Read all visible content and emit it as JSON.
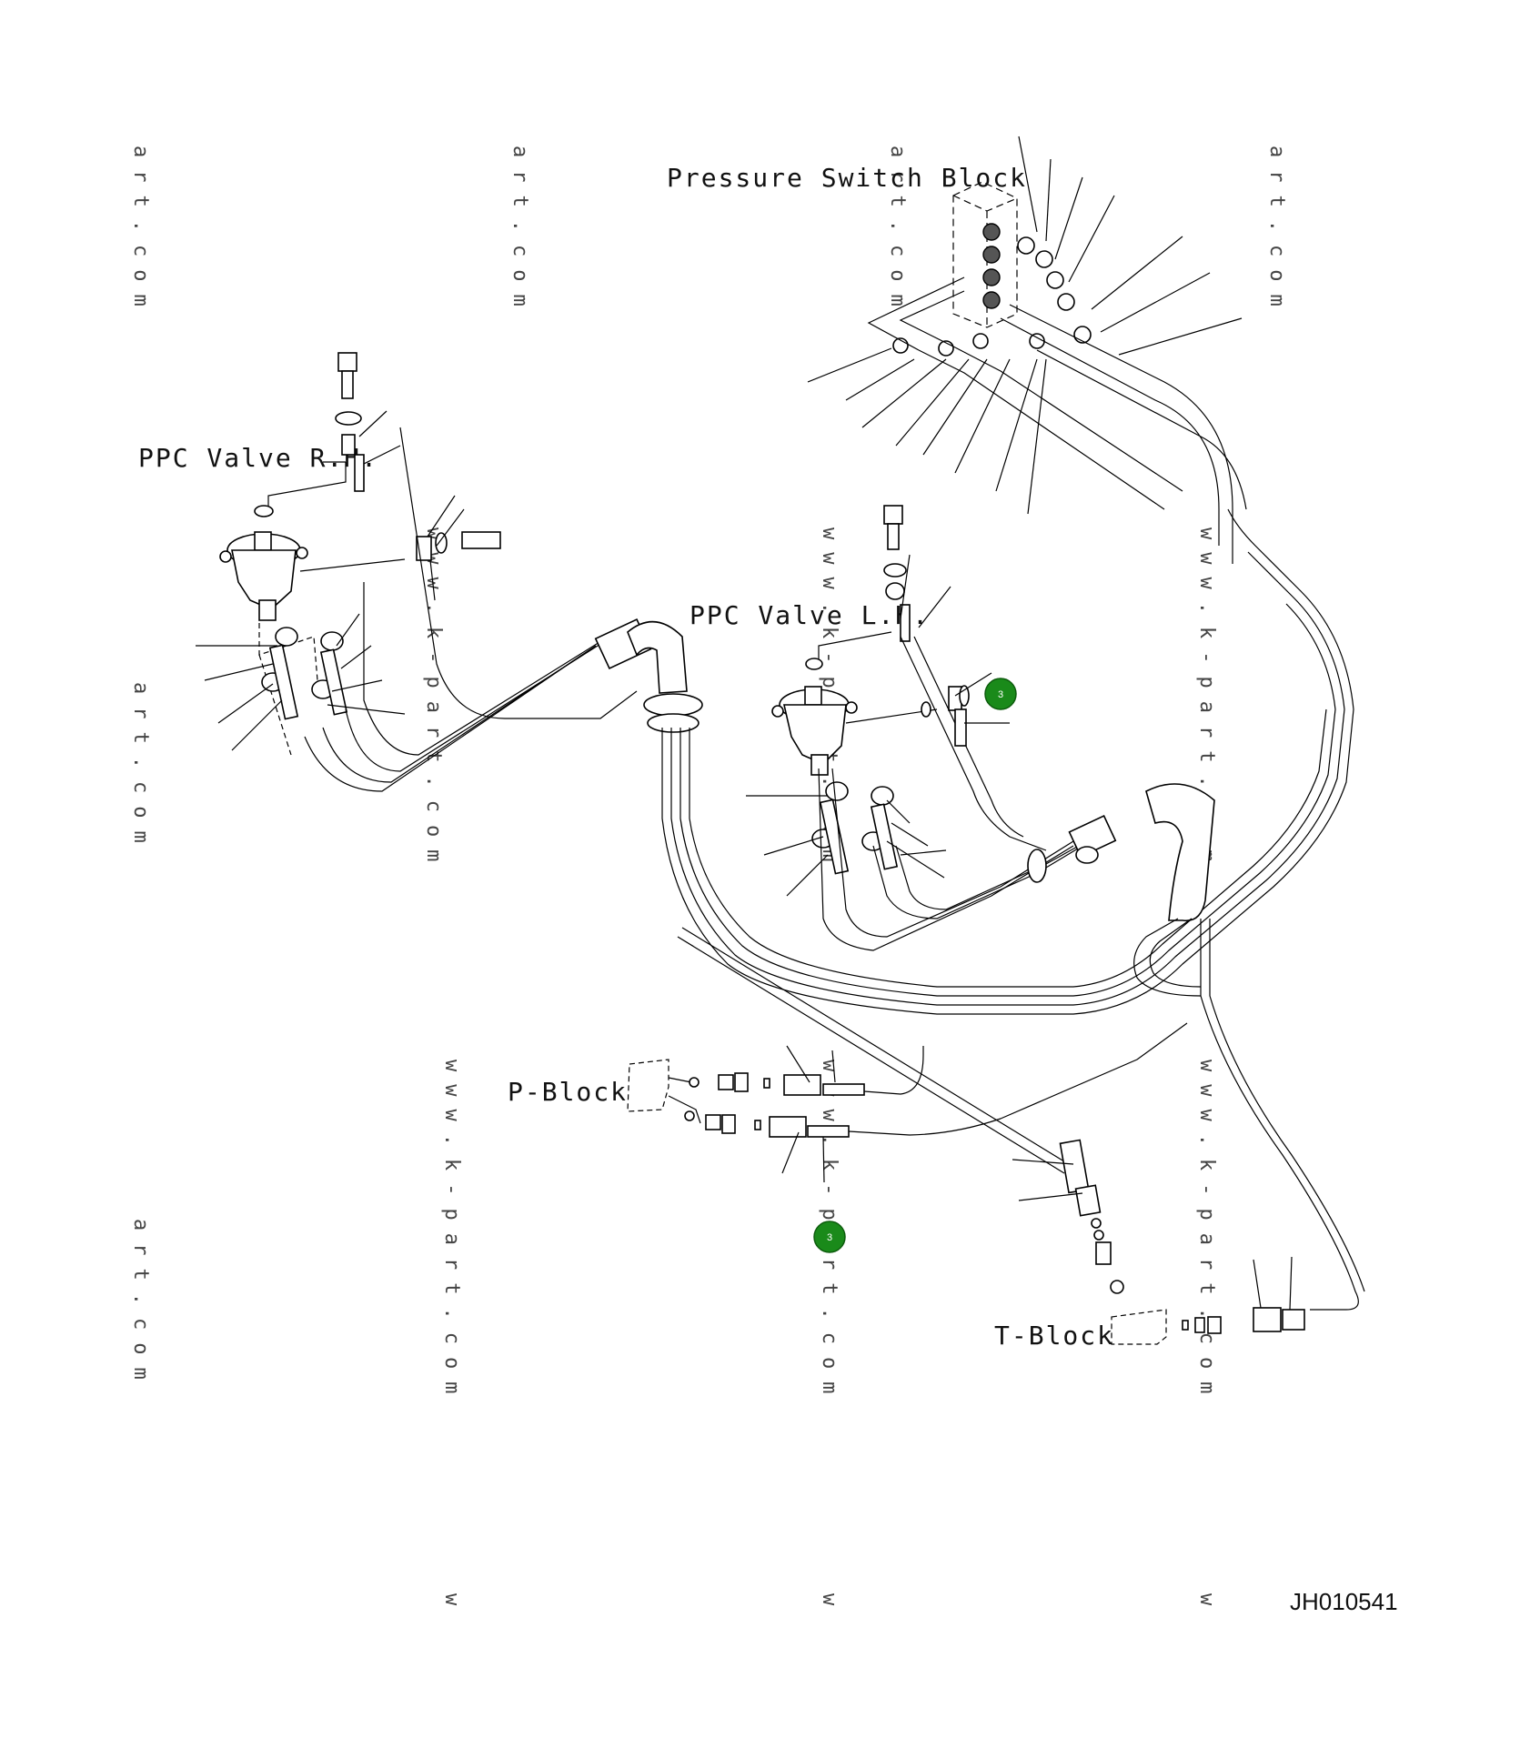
{
  "labels": {
    "pressure_switch_block": "Pressure Switch Block",
    "ppc_valve_rh": "PPC Valve R.H.",
    "ppc_valve_lh": "PPC Valve L.H.",
    "p_block": "P-Block",
    "t_block": "T-Block",
    "drawing_code": "JH010541"
  },
  "callouts": [
    {
      "number": "3"
    },
    {
      "number": "3"
    }
  ],
  "watermarks": {
    "art_com": "art.com",
    "www_k_part_com": "www.k-part.com",
    "w": "w"
  },
  "colors": {
    "line": "#000000",
    "background": "#ffffff",
    "callout_fill": "#1a8a1a",
    "watermark": "#444444"
  }
}
